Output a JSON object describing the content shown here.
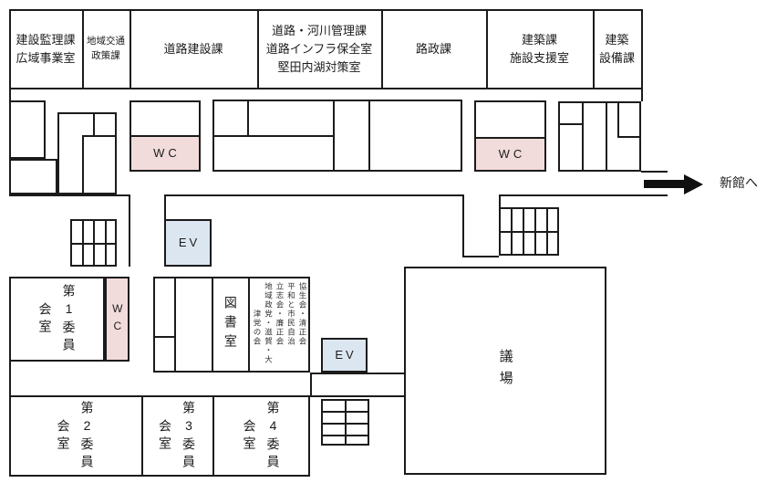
{
  "rooms": {
    "kensetsu_kanri": "建設監理課\n広域事業室",
    "chiiki_kotsu": "地域交通\n政策課",
    "doro_kensetsu": "道路建設課",
    "doro_kasen": "道路・河川管理課\n道路インフラ保全室\n堅田内湖対策室",
    "rosei": "路政課",
    "kenchiku_shisetsu": "建築課\n施設支援室",
    "kenchiku_setsubi": "建築\n設備課",
    "wc1": "WC",
    "wc2": "WC",
    "wc3": "WC",
    "ev1": "EV",
    "ev2": "EV",
    "dai1_iinkai": "第1委員会室",
    "tosho": "図書室",
    "faction_columns": [
      "協生会・清正会",
      "平和と市民自治",
      "立志会・廉正会",
      "地域政党・滋賀・大",
      "津党の会"
    ],
    "gijo": "議場",
    "dai2_iinkai": "第2委員会室",
    "dai3_iinkai": "第3委員会室",
    "dai4_iinkai": "第4委員会室"
  },
  "arrow_label": "新館へ",
  "colors": {
    "wall": "#1b1b1b",
    "wc_fill": "#f2dcdb",
    "ev_fill": "#dce6f1"
  }
}
